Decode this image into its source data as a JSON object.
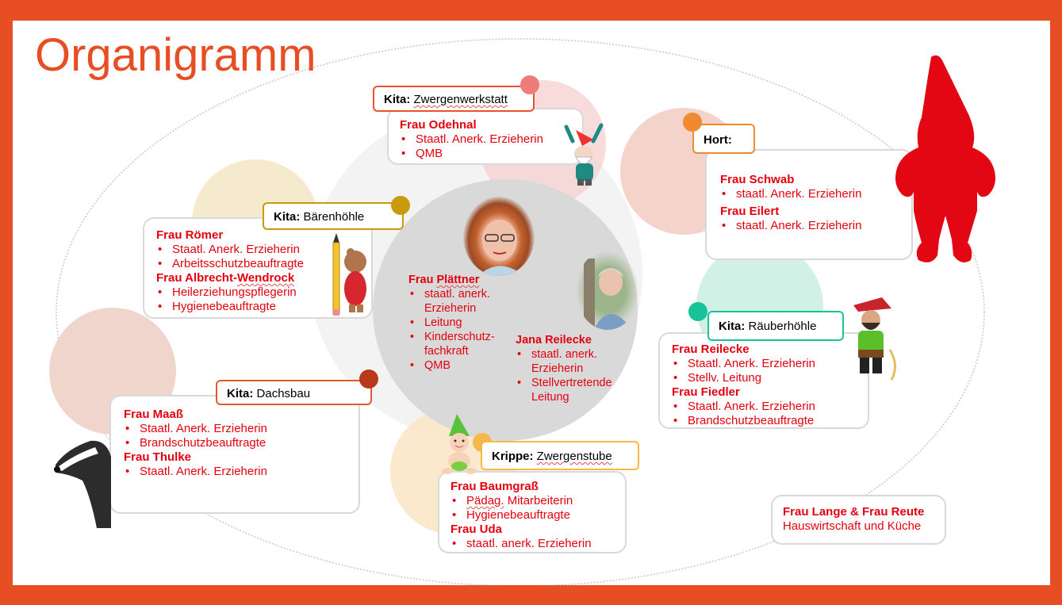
{
  "slide": {
    "title": "Organigramm",
    "colors": {
      "frame": "#e84e24",
      "text_red": "#e3000f",
      "zwergenwerkstatt": "#e8532a",
      "baerenhoehle": "#c99a0a",
      "dachsbau": "#b93a1b",
      "hort": "#f08a30",
      "raeuberhoehle": "#19c39a",
      "zwergenstube": "#f7b84a"
    }
  },
  "groups": {
    "zwergenwerkstatt": {
      "type": "Kita:",
      "name": "Zwergenwerkstatt",
      "staff": [
        {
          "name": "Frau Odehnal",
          "roles": [
            "Staatl. Anerk. Erzieherin",
            "QMB"
          ]
        }
      ]
    },
    "baerenhoehle": {
      "type": "Kita:",
      "name": "Bärenhöhle",
      "staff": [
        {
          "name": "Frau Römer",
          "roles": [
            "Staatl. Anerk. Erzieherin",
            "Arbeitsschutzbeauftragte"
          ]
        },
        {
          "name_a": "Frau Albrecht-",
          "name_b": "Wendrock",
          "roles": [
            "Heilerziehungspflegerin",
            "Hygienebeauftragte"
          ]
        }
      ]
    },
    "hort": {
      "type": "Hort:",
      "staff": [
        {
          "name": "Frau Schwab",
          "roles": [
            "staatl. Anerk. Erzieherin"
          ]
        },
        {
          "name": "Frau Eilert",
          "roles": [
            "staatl. Anerk. Erzieherin"
          ]
        }
      ]
    },
    "raeuberhoehle": {
      "type": "Kita:",
      "name": "Räuberhöhle",
      "staff": [
        {
          "name": "Frau Reilecke",
          "roles": [
            "Staatl. Anerk. Erzieherin",
            "Stellv. Leitung"
          ]
        },
        {
          "name": "Frau Fiedler",
          "roles": [
            "Staatl. Anerk. Erzieherin",
            "Brandschutzbeauftragte"
          ]
        }
      ]
    },
    "dachsbau": {
      "type": "Kita:",
      "name": "Dachsbau",
      "staff": [
        {
          "name": "Frau Maaß",
          "roles": [
            "Staatl. Anerk. Erzieherin",
            "Brandschutzbeauftragte"
          ]
        },
        {
          "name": "Frau Thulke",
          "roles": [
            "Staatl. Anerk. Erzieherin"
          ]
        }
      ]
    },
    "zwergenstube": {
      "type": "Krippe:",
      "name": "Zwergenstube",
      "staff": [
        {
          "name": "Frau Baumgraß",
          "roles_a": "Pädag.",
          "roles_b": " Mitarbeiterin",
          "roles": [
            "Hygienebeauftragte"
          ]
        },
        {
          "name": "Frau Uda",
          "roles": [
            "staatl. anerk. Erzieherin"
          ]
        }
      ]
    }
  },
  "leadership": {
    "director": {
      "name_a": "Frau ",
      "name_b": "Plättner",
      "roles": [
        "staatl. anerk.",
        "Erzieherin",
        "Leitung",
        "Kinderschutz-",
        "fachkraft",
        "QMB"
      ]
    },
    "deputy": {
      "name": "Jana Reilecke",
      "roles": [
        "staatl. anerk.",
        "Erzieherin",
        "Stellvertretende",
        "Leitung"
      ]
    }
  },
  "kitchen": {
    "names": "Frau Lange & Frau Reute",
    "role": "Hauswirtschaft und Küche"
  }
}
